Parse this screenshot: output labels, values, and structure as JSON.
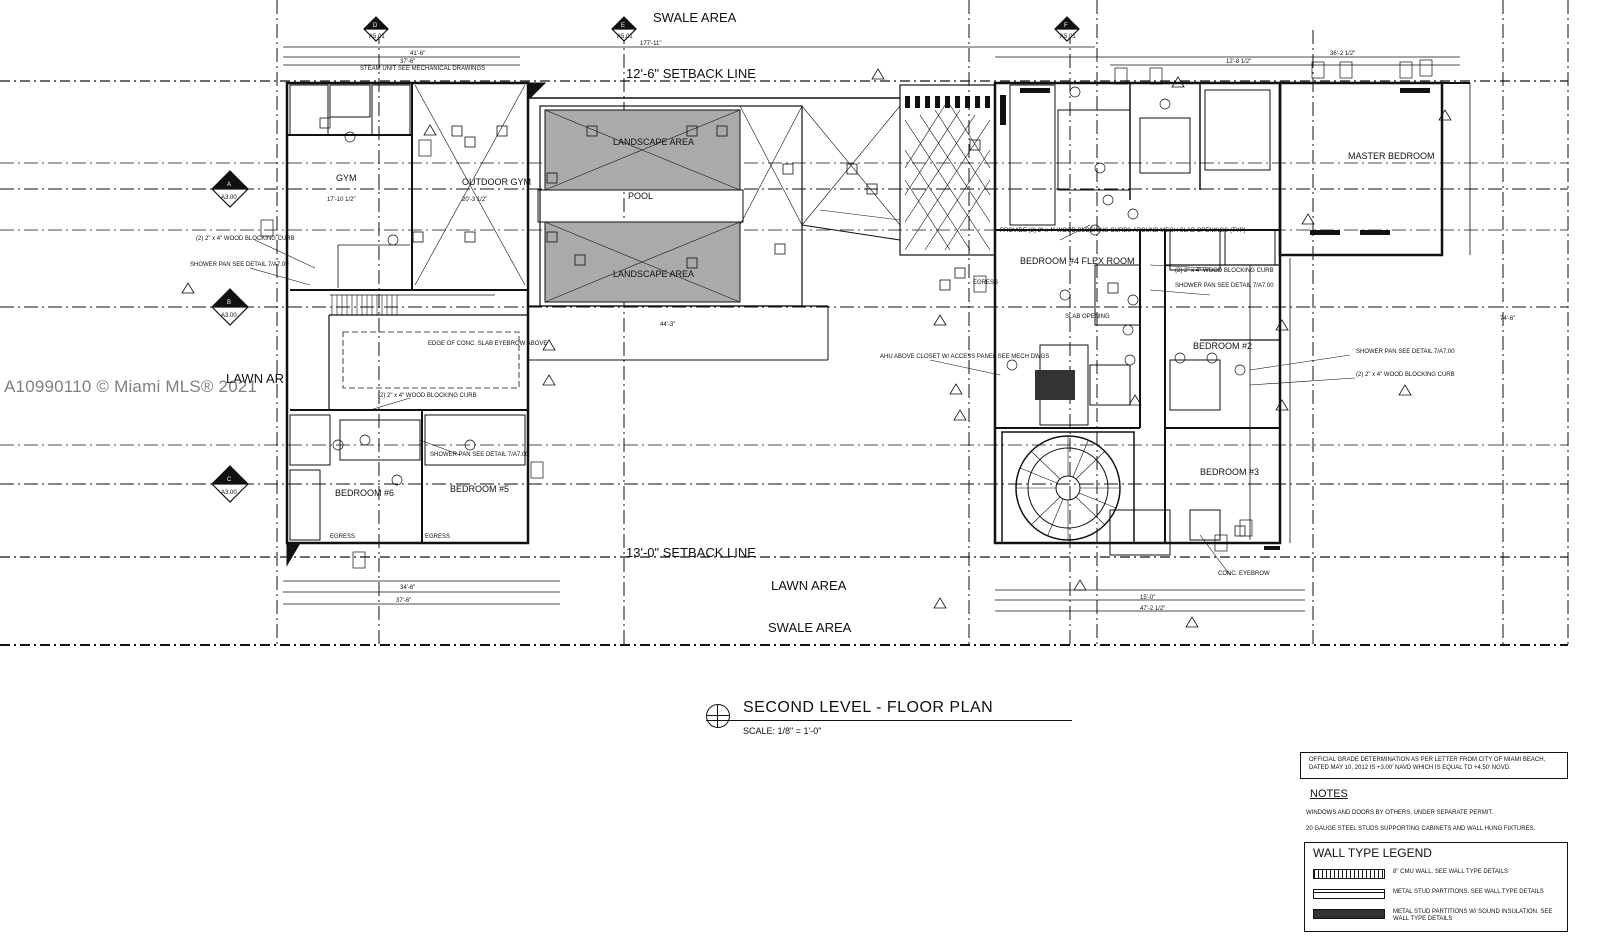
{
  "watermark": "A10990110 © Miami MLS® 2021",
  "site_labels": {
    "swale_top": "SWALE AREA",
    "swale_bottom": "SWALE AREA",
    "lawn_bottom": "LAWN AREA",
    "lawn_left": "LAWN AR",
    "setback_top": "12'-6\" SETBACK LINE",
    "setback_bottom": "13'-0\" SETBACK LINE"
  },
  "grid_markers": [
    {
      "letter": "D",
      "sheet": "A5.01"
    },
    {
      "letter": "E",
      "sheet": "A5.01"
    },
    {
      "letter": "F",
      "sheet": "A5.01"
    },
    {
      "letter": "A",
      "sheet": "A3.00"
    },
    {
      "letter": "B",
      "sheet": "A3.00"
    },
    {
      "letter": "C",
      "sheet": "A3.00"
    }
  ],
  "rooms": {
    "gym": "GYM",
    "outdoor_gym": "OUTDOOR GYM",
    "landscape_1": "LANDSCAPE AREA",
    "landscape_2": "LANDSCAPE AREA",
    "pool": "POOL",
    "master": "MASTER BEDROOM",
    "flex": "BEDROOM #4 FLEX ROOM",
    "bed2": "BEDROOM #2",
    "bed3": "BEDROOM #3",
    "bed5": "BEDROOM #5",
    "bed6": "BEDROOM #6"
  },
  "dimensions": {
    "overall_top": "177'-11\"",
    "top_left_1": "41'-6\"",
    "top_left_2": "37'-6\"",
    "top_right_1": "36'-2 1/2\"",
    "top_right_2": "12'-8 1/2\"",
    "gym_w": "17'-10 1/2\"",
    "outdoor_w": "20'-3 1/2\"",
    "bottom_left_1": "34'-6\"",
    "bottom_left_2": "37'-6\"",
    "bottom_right_1": "47'-2 1/2\"",
    "bottom_right_2": "15'-0\"",
    "span_mid": "44'-3\"",
    "right_depth": "74'-6\""
  },
  "annotations": {
    "blocking_curb": "(2) 2\" x 4\" WOOD BLOCKING CURB",
    "shower_pan": "SHOWER PAN SEE DETAIL 7/A7.00",
    "ahu": "AHU ABOVE CLOSET W/ ACCESS PANEL SEE MECH DWGS",
    "slab_edge": "EDGE OF CONC. SLAB EYEBROW ABOVE",
    "conc_eyebrow": "CONC. EYEBROW",
    "provide": "PROVIDE (2) 2\" x 4\" WOOD BLOCKING CURBS AROUND MECH SLAB OPENINGS (TYP)",
    "slab_opening": "SLAB OPENING",
    "steam": "STEAM UNIT SEE MECHANICAL DRAWINGS",
    "egress": "EGRESS"
  },
  "title_block": {
    "title": "SECOND LEVEL - FLOOR PLAN",
    "scale": "SCALE: 1/8\" = 1'-0\""
  },
  "grade_note": "OFFICIAL GRADE DETERMINATION AS PER LETTER FROM CITY OF MIAMI BEACH, DATED MAY 10, 2012 IS +3.00' NAVD WHICH IS EQUAL TO +4.50' NGVD.",
  "notes": {
    "heading": "NOTES",
    "items": [
      "WINDOWS AND DOORS BY OTHERS, UNDER SEPARATE PERMIT.",
      "20 GAUGE STEEL STUDS SUPPORTING CABINETS AND WALL HUNG FIXTURES."
    ]
  },
  "wall_legend": {
    "heading": "WALL TYPE LEGEND",
    "items": [
      "8\" CMU WALL. SEE WALL TYPE DETAILS",
      "METAL STUD PARTITIONS. SEE WALL TYPE DETAILS",
      "METAL STUD PARTITIONS W/ SOUND INSULATION. SEE WALL TYPE DETAILS"
    ]
  }
}
